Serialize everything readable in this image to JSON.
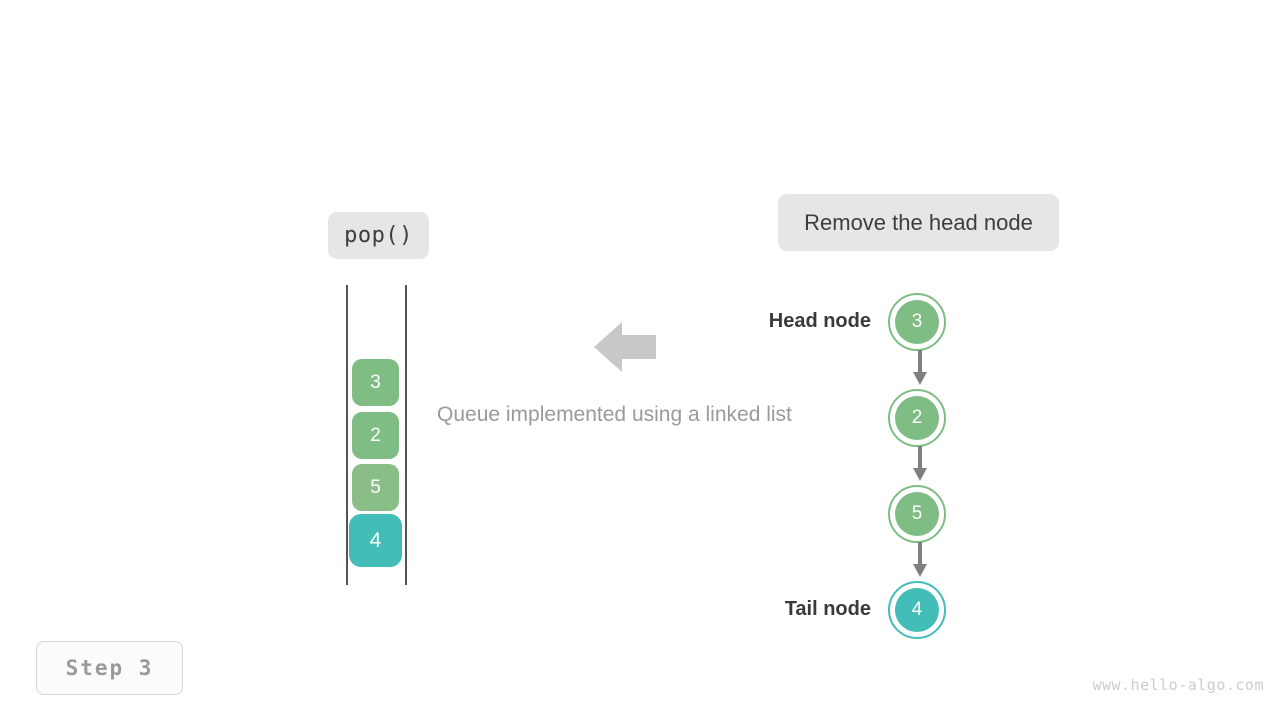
{
  "diagram": {
    "title": "Queue implemented using a linked list",
    "operation_label": "pop()",
    "action_label": "Remove the head node",
    "step_label": "Step 3",
    "watermark": "www.hello-algo.com",
    "colors": {
      "green": "#7fbd84",
      "teal": "#42bdb8",
      "pill_bg": "#e6e6e6",
      "rail": "#555555",
      "arrow_gray": "#c8c8c8",
      "link_gray": "#808080",
      "caption_text": "#9a9a9a",
      "label_text": "#3a3a3a"
    }
  },
  "queue": {
    "name": "queue-column",
    "cells": [
      {
        "value": "3",
        "color": "green"
      },
      {
        "value": "2",
        "color": "green"
      },
      {
        "value": "5",
        "color": "green"
      },
      {
        "value": "4",
        "color": "teal"
      }
    ]
  },
  "linked_list": {
    "head_label": "Head node",
    "tail_label": "Tail node",
    "nodes": [
      {
        "value": "3",
        "color": "green",
        "role": "head"
      },
      {
        "value": "2",
        "color": "green",
        "role": "middle"
      },
      {
        "value": "5",
        "color": "green",
        "role": "middle"
      },
      {
        "value": "4",
        "color": "teal",
        "role": "tail"
      }
    ],
    "arrow_count": 3
  },
  "icons": {
    "map_arrow": "arrow-left-icon",
    "link_arrow": "arrow-down-icon"
  }
}
